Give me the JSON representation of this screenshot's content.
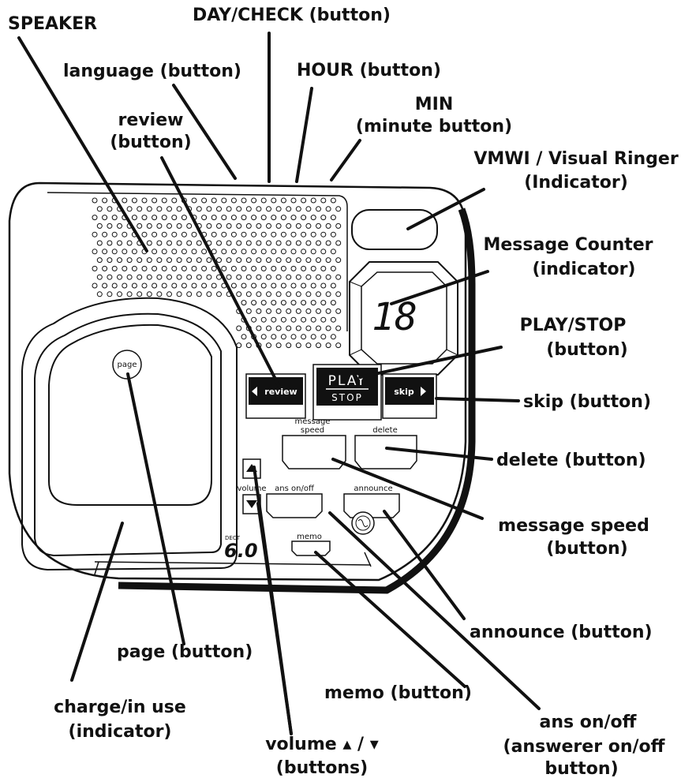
{
  "callouts": {
    "speaker": "SPEAKER",
    "day_check": "DAY/CHECK (button)",
    "language": "language (button)",
    "hour": "HOUR (button)",
    "min_line1": "MIN",
    "min_line2": "(minute button)",
    "review_line1": "review",
    "review_line2": "(button)",
    "vmwi_line1": "VMWI / Visual Ringer",
    "vmwi_line2": "(Indicator)",
    "counter_line1": "Message Counter",
    "counter_line2": "(indicator)",
    "play_stop_line1": "PLAY/STOP",
    "play_stop_line2": "(button)",
    "skip": "skip (button)",
    "delete": "delete (button)",
    "message_speed_line1": "message speed",
    "message_speed_line2": "(button)",
    "announce": "announce (button)",
    "page": "page (button)",
    "memo": "memo (button)",
    "charge_line1": "charge/in use",
    "charge_line2": "(indicator)",
    "volume_line1": "volume ▴ / ▾",
    "volume_line2": "(buttons)",
    "ans_line1": "ans on/off",
    "ans_line2": "(answerer on/off",
    "ans_line3": "button)"
  },
  "device": {
    "page_key": "page",
    "counter_display": "18",
    "review_key": "review",
    "play_key": "PLAY",
    "stop_key": "STOP",
    "skip_key": "skip",
    "message_speed_line1": "message",
    "message_speed_line2": "speed",
    "delete_key": "delete",
    "ans_onoff_key": "ans on/off",
    "announce_key": "announce",
    "volume_key": "volume",
    "memo_key": "memo",
    "dect_small": "DECT",
    "dect_big": "6.0"
  },
  "colors": {
    "ink": "#111111",
    "background": "#ffffff"
  }
}
